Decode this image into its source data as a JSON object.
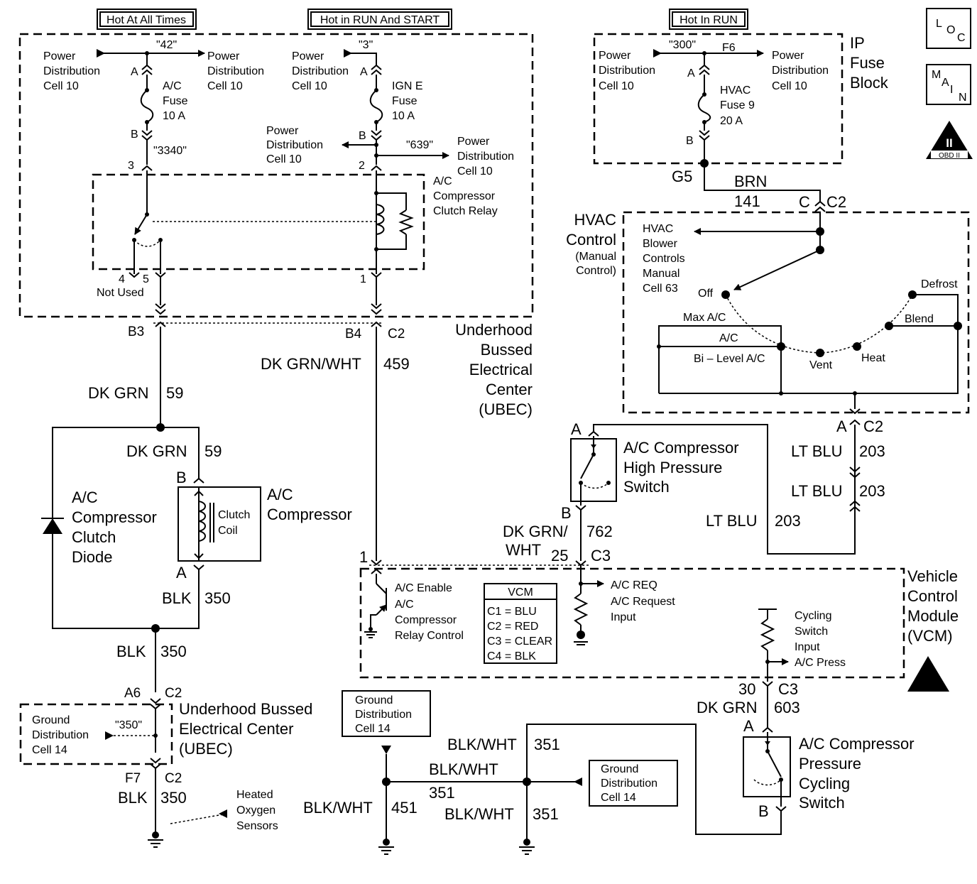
{
  "headers": {
    "hot_all": "Hot At All Times",
    "hot_run_start": "Hot in RUN And START",
    "hot_run": "Hot In RUN"
  },
  "badges": {
    "loc": [
      "L",
      "O",
      "C"
    ],
    "main": [
      "M",
      "A",
      "I",
      "N"
    ],
    "obd_roman": "II",
    "obd_text": "OBD II"
  },
  "common": {
    "pd_l1": "Power",
    "pd_l2": "Distribution",
    "pd_l3": "Cell 10",
    "not_used": "Not Used"
  },
  "circuits": {
    "c42": "\"42\"",
    "c3": "\"3\"",
    "c3340": "\"3340\"",
    "c639": "\"639\"",
    "c300": "\"300\"",
    "c350q": "\"350\""
  },
  "fuses": {
    "ac": [
      "A/C",
      "Fuse",
      "10 A"
    ],
    "igne": [
      "IGN E",
      "Fuse",
      "10 A"
    ],
    "hvac": [
      "HVAC",
      "Fuse 9",
      "20 A"
    ],
    "f6": "F6"
  },
  "ip_block": [
    "IP",
    "Fuse",
    "Block"
  ],
  "relay": {
    "label": [
      "A/C",
      "Compressor",
      "Clutch Relay"
    ],
    "pins": [
      "3",
      "2",
      "4",
      "5",
      "1"
    ]
  },
  "ubec": {
    "label": [
      "Underhood",
      "Bussed",
      "Electrical",
      "Center",
      "(UBEC)"
    ],
    "b3": "B3",
    "b4": "B4",
    "c2": "C2"
  },
  "wires": {
    "dkgrnwht": "DK GRN/WHT",
    "n459": "459",
    "dkgrn": "DK GRN",
    "n59": "59",
    "blk": "BLK",
    "n350": "350",
    "brn": "BRN",
    "n141": "141",
    "ltblu": "LT BLU",
    "n203": "203",
    "dkgrn_slash": "DK GRN/",
    "wht": "WHT",
    "n762": "762",
    "n25": "25",
    "n603": "603",
    "n30": "30",
    "blkwht": "BLK/WHT",
    "n351": "351",
    "n451": "451"
  },
  "connectors": {
    "g5": "G5",
    "c": "C",
    "c2": "C2",
    "c3": "C3",
    "a": "A",
    "b": "B",
    "a6": "A6",
    "f7": "F7",
    "p1": "1"
  },
  "hvac": {
    "title": [
      "HVAC",
      "Control",
      "(Manual",
      "Control)"
    ],
    "blower": [
      "HVAC",
      "Blower",
      "Controls",
      "Manual",
      "Cell 63"
    ],
    "off": "Off",
    "maxac": "Max A/C",
    "ac": "A/C",
    "bilevel": "Bi – Level A/C",
    "vent": "Vent",
    "heat": "Heat",
    "blend": "Blend",
    "defrost": "Defrost"
  },
  "diode": [
    "A/C",
    "Compressor",
    "Clutch",
    "Diode"
  ],
  "compressor": {
    "label": [
      "A/C",
      "Compressor"
    ],
    "coil": [
      "Clutch",
      "Coil"
    ]
  },
  "hp_switch": [
    "A/C Compressor",
    "High Pressure",
    "Switch"
  ],
  "cyc_switch": [
    "A/C Compressor",
    "Pressure",
    "Cycling",
    "Switch"
  ],
  "vcm": {
    "label": [
      "Vehicle",
      "Control",
      "Module",
      "(VCM)"
    ],
    "enable": [
      "A/C Enable",
      "A/C",
      "Compressor",
      "Relay Control"
    ],
    "table_title": "VCM",
    "table": [
      "C1 = BLU",
      "C2 = RED",
      "C3 = CLEAR",
      "C4 = BLK"
    ],
    "req": [
      "A/C REQ",
      "A/C Request",
      "Input"
    ],
    "cyc": [
      "Cycling",
      "Switch",
      "Input",
      "A/C Press"
    ]
  },
  "ground": {
    "gd14": [
      "Ground",
      "Distribution",
      "Cell 14"
    ]
  },
  "ubec2": [
    "Underhood Bussed",
    "Electrical Center",
    "(UBEC)"
  ],
  "o2": [
    "Heated",
    "Oxygen",
    "Sensors"
  ]
}
